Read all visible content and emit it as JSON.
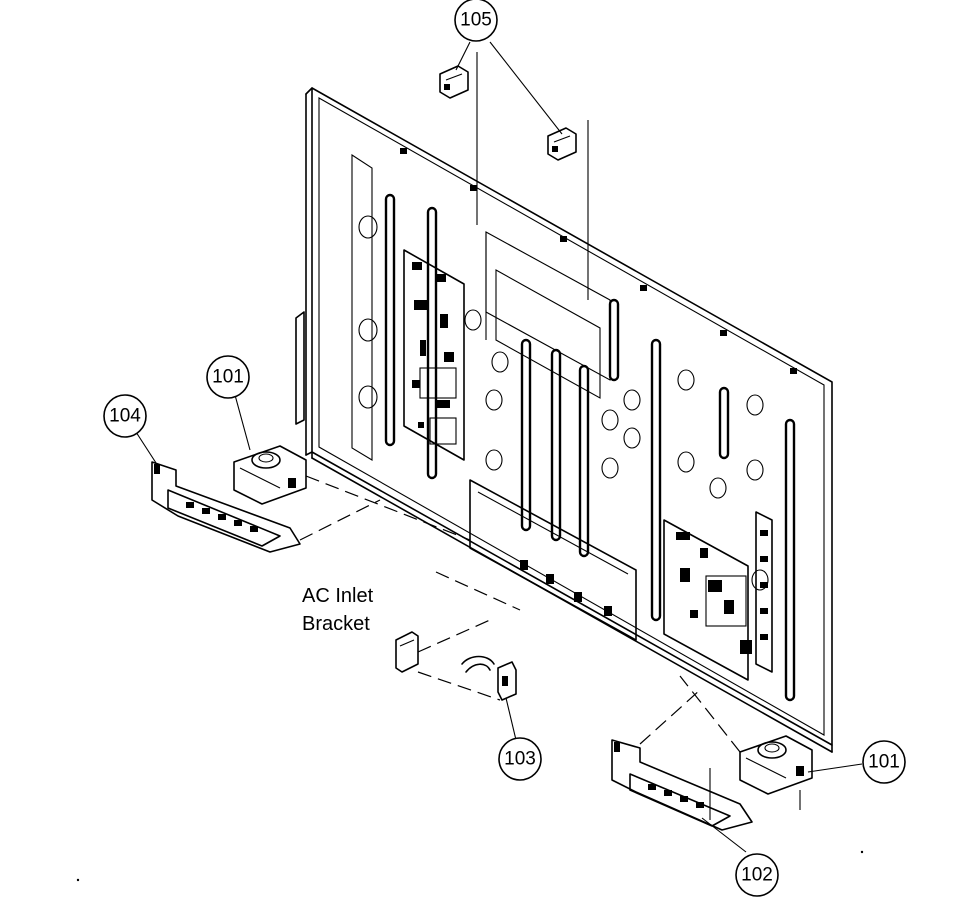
{
  "callouts": {
    "c105": "105",
    "c101a": "101",
    "c104": "104",
    "c103": "103",
    "c101b": "101",
    "c102": "102"
  },
  "labels": {
    "ac_inlet_line1": "AC Inlet",
    "ac_inlet_line2": "Bracket"
  }
}
